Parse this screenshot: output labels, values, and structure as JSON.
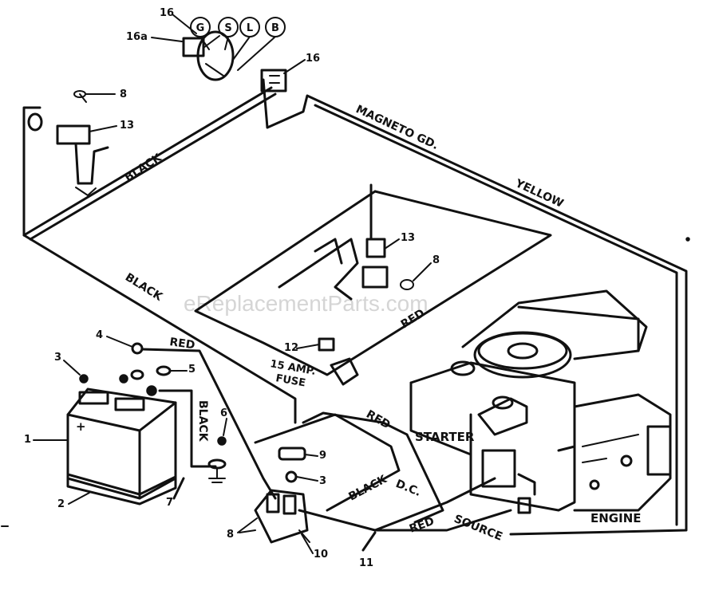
{
  "watermark": "eReplacementParts.com",
  "wire_labels": {
    "black_top": "BLACK",
    "black_left": "BLACK",
    "magneto": "MAGNETO GD.",
    "yellow": "YELLOW",
    "red_upper": "RED",
    "red_battery": "RED",
    "black_battery": "BLACK",
    "red_lower": "RED",
    "black_lower": "BLACK",
    "dc": "D.C.",
    "red_bottom": "RED",
    "source": "SOURCE"
  },
  "components": {
    "starter": "STARTER",
    "engine": "ENGINE",
    "fuse_line1": "15 AMP.",
    "fuse_line2": "FUSE"
  },
  "ignition_terminals": [
    "G",
    "S",
    "L",
    "B"
  ],
  "part_numbers": {
    "p16_top": "16",
    "p16a": "16a",
    "p16_switch": "16",
    "p8_top": "8",
    "p13_top": "13",
    "p13_mid": "13",
    "p8_mid": "8",
    "p4": "4",
    "p3_left": "3",
    "p5": "5",
    "p12": "12",
    "p1": "1",
    "p2": "2",
    "p6": "6",
    "p7": "7",
    "p9": "9",
    "p3_solenoid": "3",
    "p8_solenoid": "8",
    "p10": "10",
    "p11": "11"
  }
}
